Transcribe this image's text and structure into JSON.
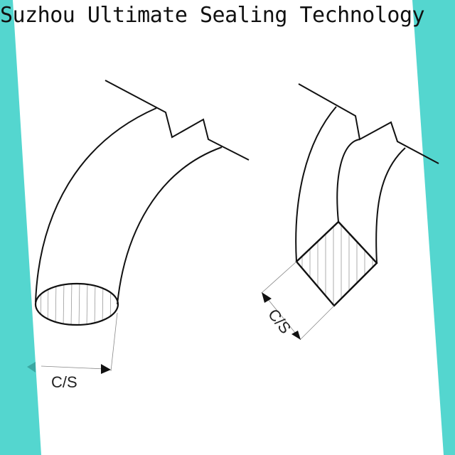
{
  "header": {
    "title": "Suzhou Ultimate Sealing Technology"
  },
  "diagram": {
    "left_ring": {
      "type": "round o-ring section",
      "cross_section_label": "C/S"
    },
    "right_ring": {
      "type": "square ring section",
      "cross_section_label": "C/S"
    }
  },
  "colors": {
    "accent_teal": "#54d6cf",
    "line": "#111111",
    "hatch": "#9a9a9a",
    "background": "#ffffff"
  }
}
